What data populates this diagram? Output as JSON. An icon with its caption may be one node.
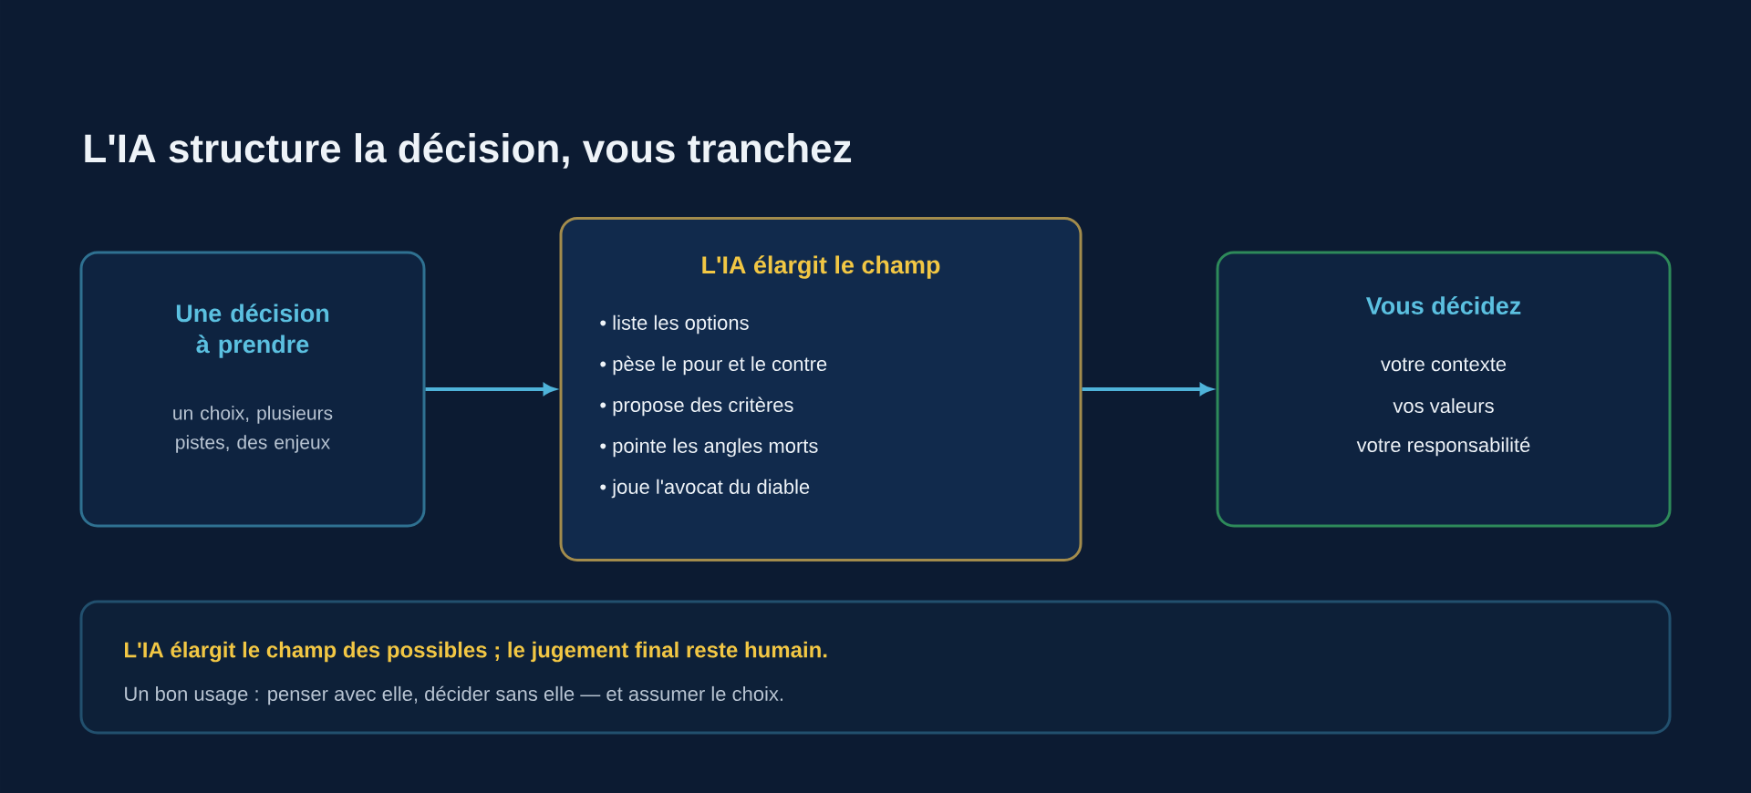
{
  "diagram": {
    "title": "L'IA structure la décision, vous tranchez",
    "nodes": [
      {
        "text": [
          "Une décision à prendre",
          "un choix, plusieurs pistes, des enjeux"
        ]
      },
      {
        "text": [
          "L'IA élargit le champ",
          "• liste les options",
          "• pèse le pour et le contre",
          "• propose des critères",
          "• pointe les angles morts",
          "• joue l'avocat du diable"
        ]
      },
      {
        "text": [
          "Vous décidez",
          "votre contexte",
          "vos valeurs",
          "votre responsabilité"
        ]
      },
      {
        "text": [
          "L'IA élargit le champ des possibles ; le jugement final reste humain.",
          "Un bon usage : penser avec elle, décider sans elle — et assumer le choix."
        ]
      }
    ],
    "edges": [
      {
        "from": 0,
        "to": 1,
        "arrow": "to"
      },
      {
        "from": 1,
        "to": 2,
        "arrow": "to"
      }
    ]
  }
}
